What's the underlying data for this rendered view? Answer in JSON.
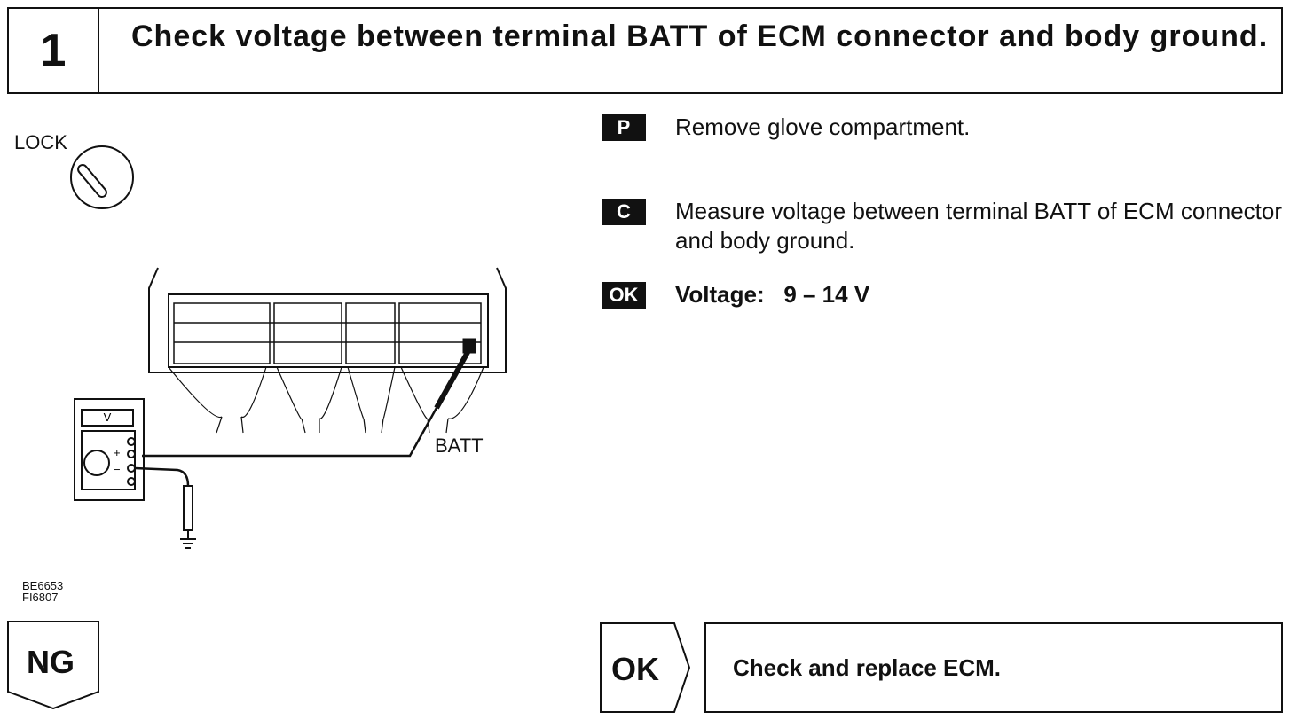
{
  "step": {
    "number": "1",
    "title": "Check voltage between terminal BATT of ECM connector and body ground."
  },
  "diagram": {
    "lock_label": "LOCK",
    "batt_label": "BATT",
    "meter_label": "V",
    "plus_label": "+",
    "minus_label": "−",
    "ref_codes": [
      "BE6653",
      "FI6807"
    ]
  },
  "instructions": [
    {
      "badge": "P",
      "text": "Remove glove compartment."
    },
    {
      "badge": "C",
      "text": "Measure voltage between terminal BATT of ECM connector and body ground."
    },
    {
      "badge": "OK",
      "label": "Voltage:",
      "value": "9 – 14 V"
    }
  ],
  "outcomes": {
    "ng_label": "NG",
    "ok_label": "OK",
    "ok_action": "Check and replace ECM."
  }
}
